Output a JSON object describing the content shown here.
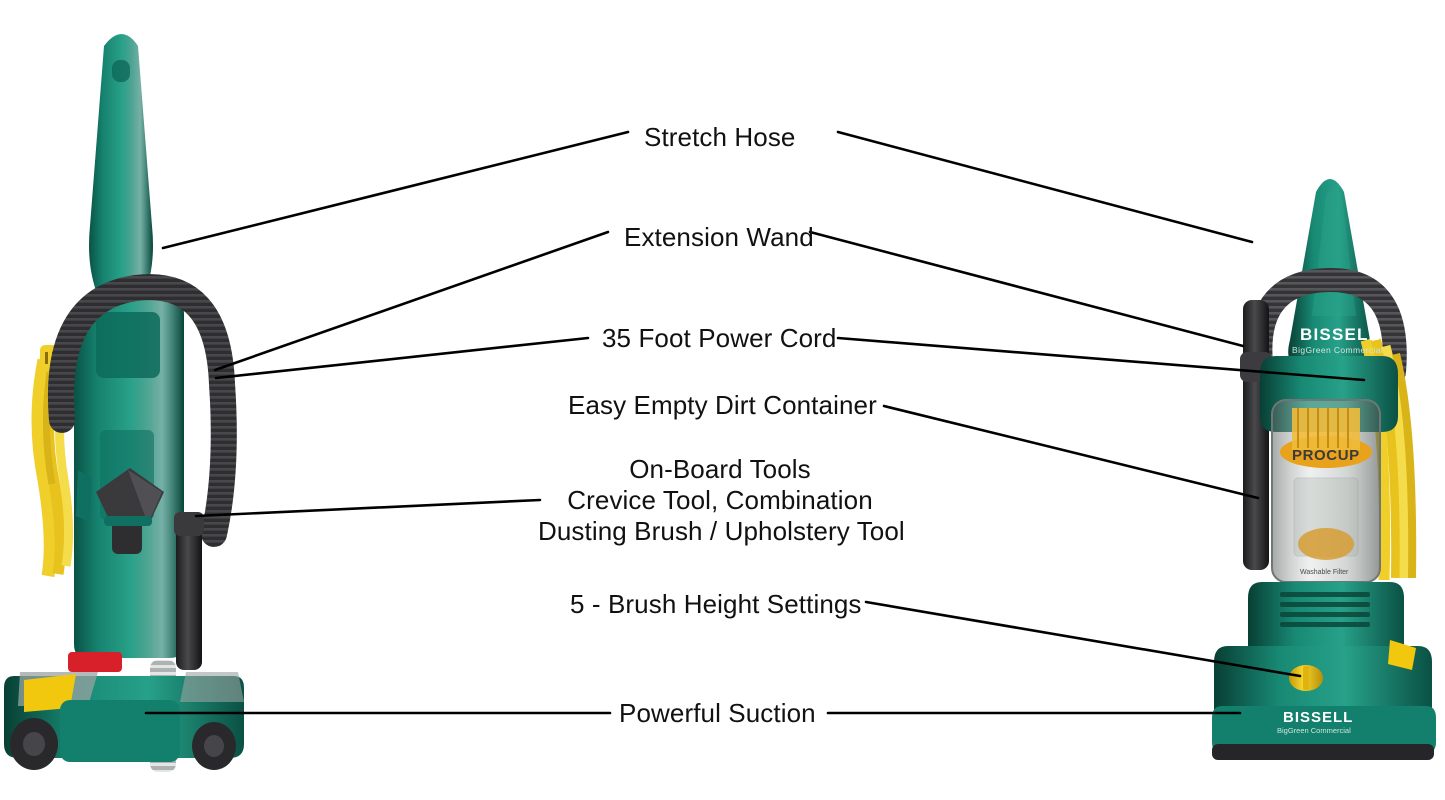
{
  "diagram": {
    "type": "product-callout-diagram",
    "subject": "BISSELL BigGreen Commercial upright vacuum cleaner",
    "background_color": "#ffffff",
    "label_color": "#111111",
    "leader_line_color": "#000000",
    "views": [
      "side-view-left",
      "front-view-right"
    ]
  },
  "callouts": [
    {
      "id": "stretch-hose",
      "label": "Stretch Hose"
    },
    {
      "id": "extension-wand",
      "label": "Extension Wand"
    },
    {
      "id": "power-cord",
      "label": "35 Foot Power Cord"
    },
    {
      "id": "dirt-container",
      "label": "Easy Empty Dirt Container"
    },
    {
      "id": "on-board-tools",
      "label_line1": "On-Board Tools",
      "label_line2": "Crevice Tool, Combination",
      "label_line3": "Dusting Brush / Upholstery Tool"
    },
    {
      "id": "brush-height",
      "label": "5 - Brush Height Settings"
    },
    {
      "id": "powerful-suction",
      "label": "Powerful Suction"
    }
  ],
  "product_markings": {
    "brand": "BISSELL",
    "sub_brand": "BigGreen Commercial",
    "dirt_cup_label": "PROCUP",
    "filter_label": "Washable Filter"
  },
  "colors": {
    "body_teal": "#137a68",
    "body_teal_dark": "#0b5a4d",
    "body_teal_light": "#2a9b86",
    "cord_yellow": "#f0cf2b",
    "accent_yellow": "#f2c80f",
    "hose_black": "#2f2f31",
    "wand_grey": "#b9bcbd",
    "switch_red": "#d8202a",
    "wheel_black": "#29292b",
    "cup_amber": "#e8a21c"
  }
}
